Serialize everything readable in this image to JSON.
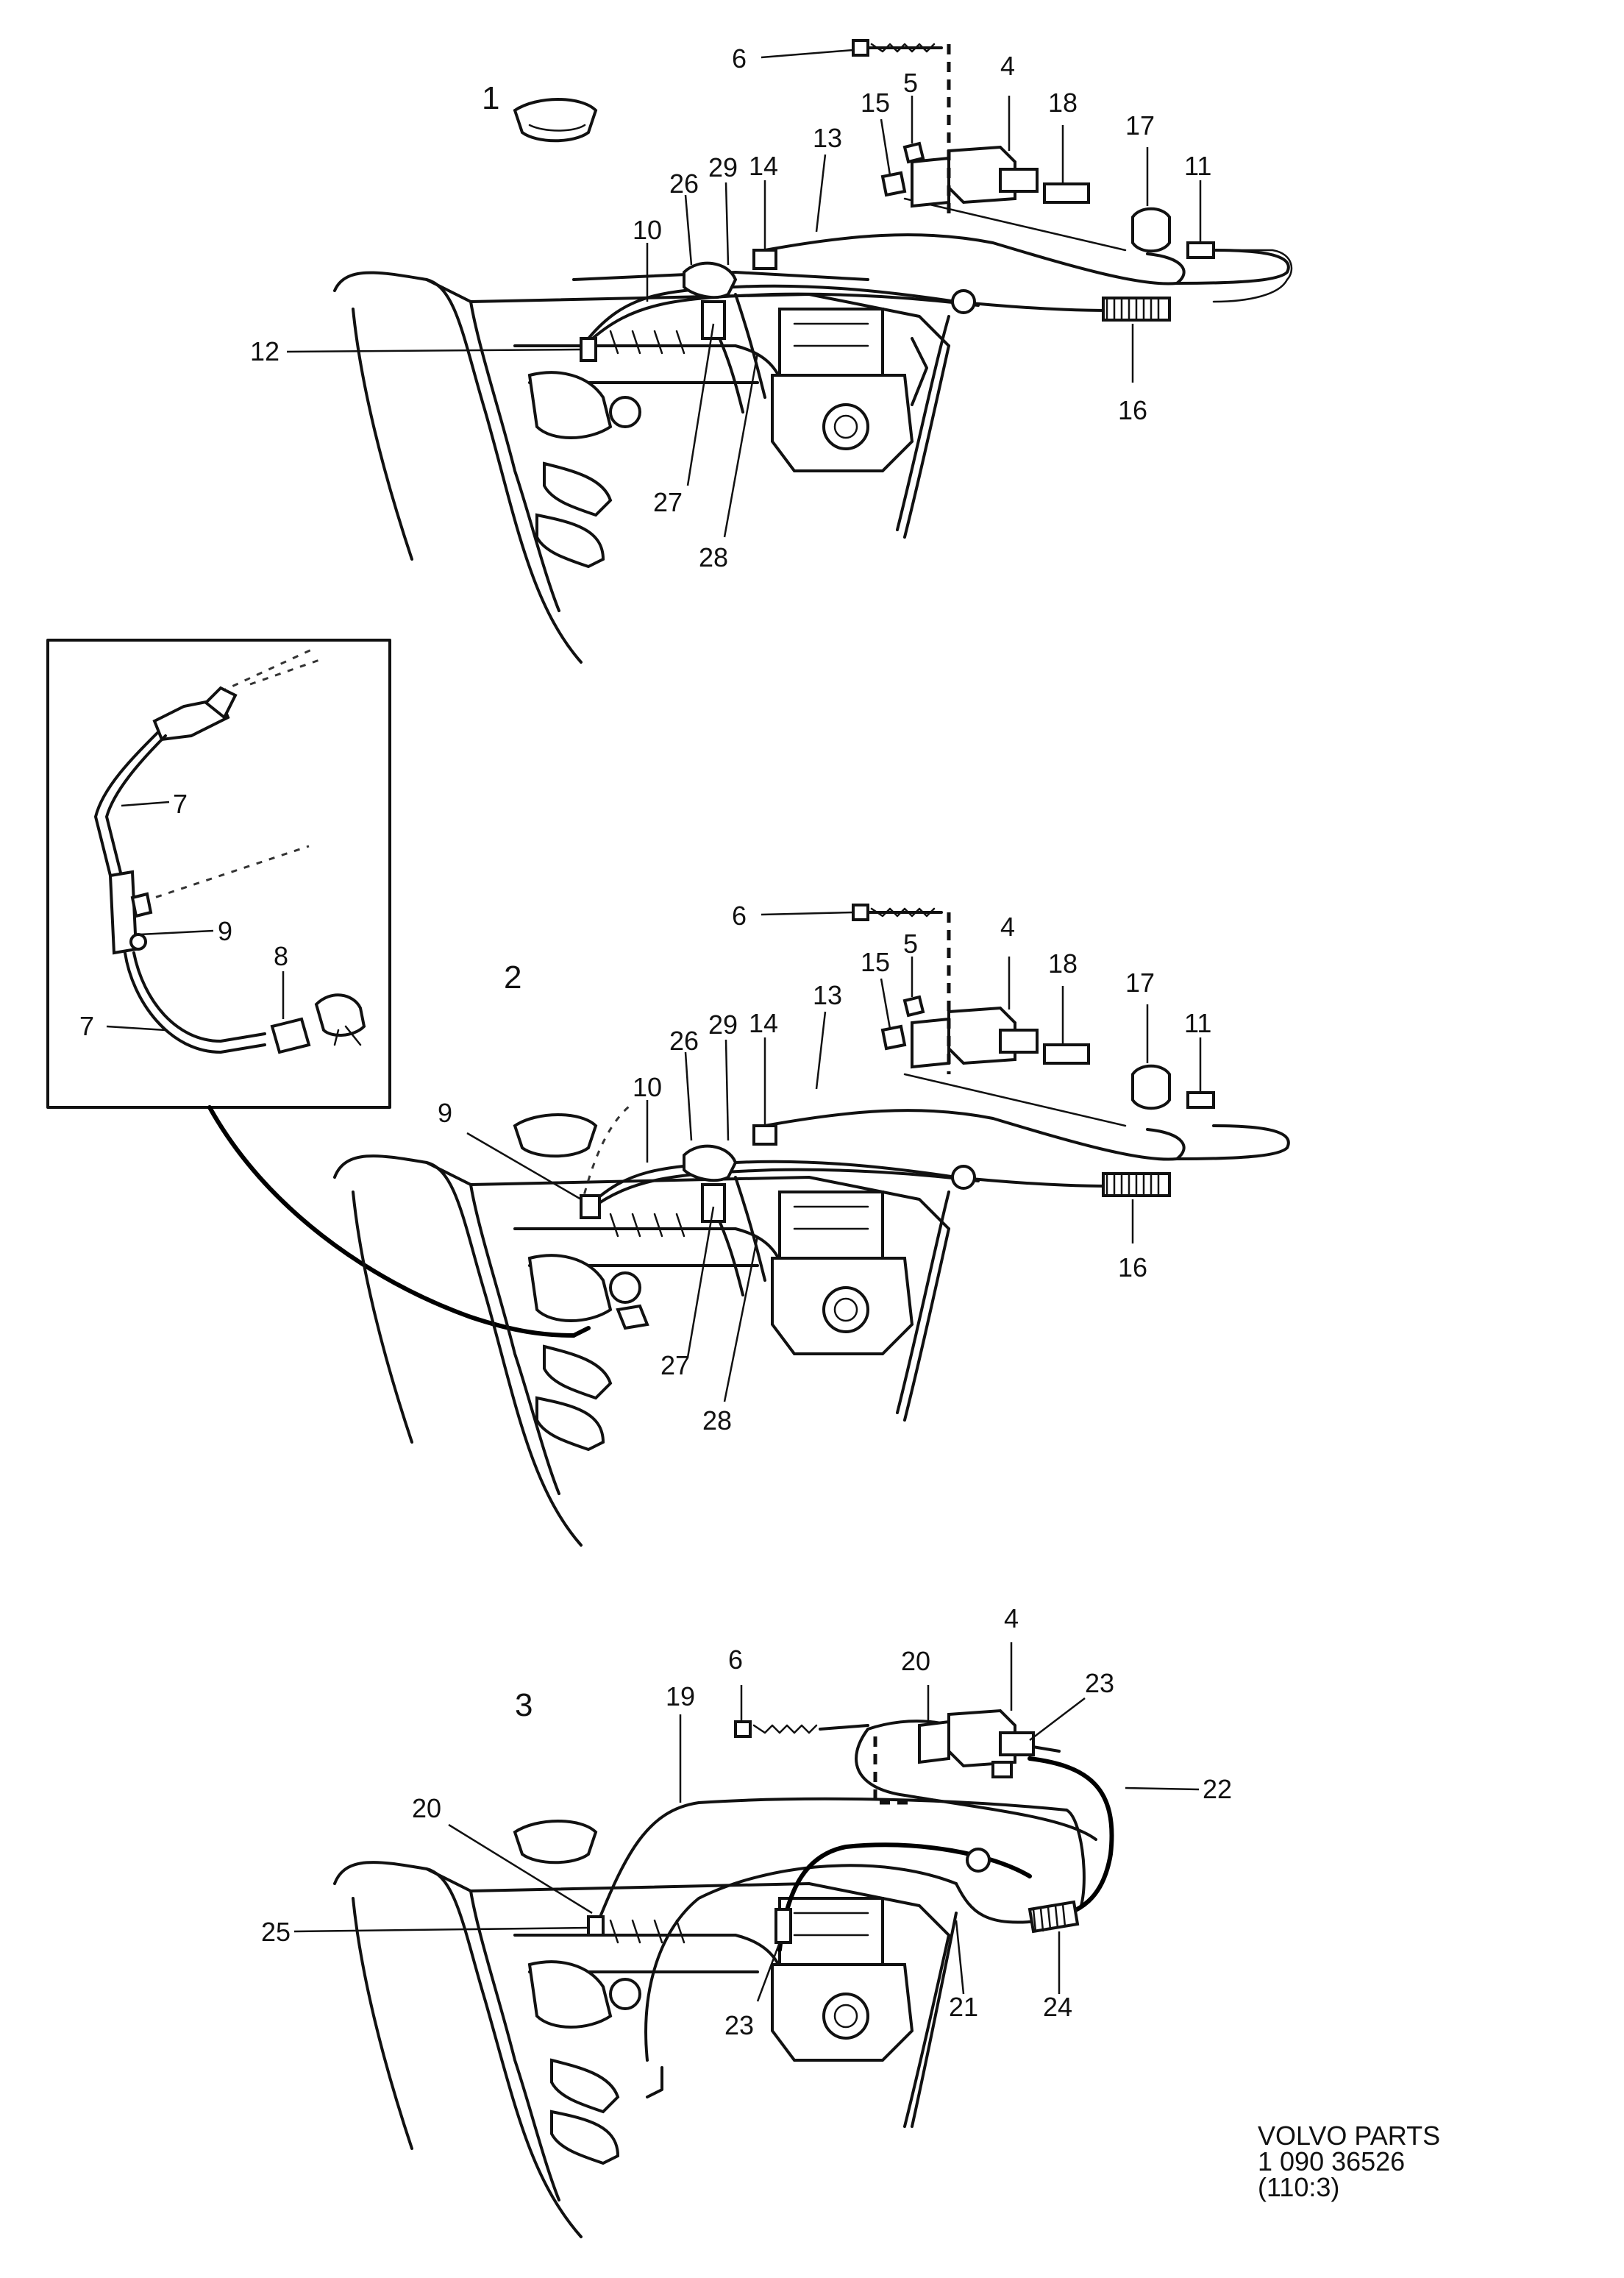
{
  "views": [
    {
      "number": "1",
      "callouts": [
        "6",
        "5",
        "4",
        "18",
        "17",
        "11",
        "15",
        "13",
        "14",
        "29",
        "26",
        "10",
        "12",
        "27",
        "28",
        "16"
      ]
    },
    {
      "number": "2",
      "callouts": [
        "6",
        "5",
        "4",
        "18",
        "17",
        "11",
        "15",
        "13",
        "14",
        "29",
        "26",
        "10",
        "9",
        "27",
        "28",
        "16"
      ]
    },
    {
      "number": "3",
      "callouts": [
        "6",
        "20",
        "4",
        "23",
        "19",
        "22",
        "20",
        "25",
        "23",
        "21",
        "24"
      ]
    }
  ],
  "inset": {
    "callouts": [
      "7",
      "9",
      "8",
      "7"
    ]
  },
  "footer": {
    "line1": "VOLVO PARTS",
    "line2": "1  090  36526",
    "line3": "(110:3)"
  }
}
